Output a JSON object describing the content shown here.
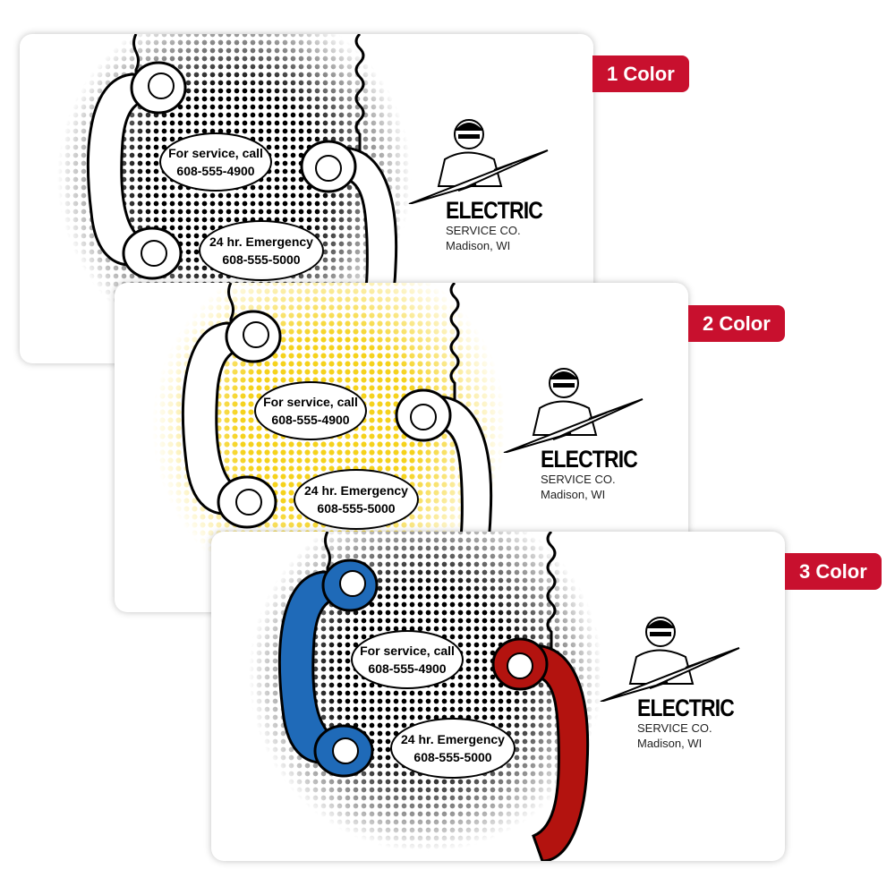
{
  "cards": [
    {
      "badge": "1 Color",
      "bubble1": [
        "For service, call",
        "608-555-4900"
      ],
      "bubble2": [
        "24 hr. Emergency",
        "608-555-5000"
      ],
      "phone_left": "#ffffff",
      "phone_right": "#ffffff",
      "halftone": "#000000"
    },
    {
      "badge": "2 Color",
      "bubble1": [
        "For service, call",
        "608-555-4900"
      ],
      "bubble2": [
        "24 hr. Emergency",
        "608-555-5000"
      ],
      "phone_left": "#ffffff",
      "phone_right": "#ffffff",
      "halftone": "#f5d21c"
    },
    {
      "badge": "3 Color",
      "bubble1": [
        "For service, call",
        "608-555-4900"
      ],
      "bubble2": [
        "24 hr. Emergency",
        "608-555-5000"
      ],
      "phone_left": "#1f6ab8",
      "phone_right": "#b3130f",
      "halftone": "#000000"
    }
  ],
  "logo": {
    "name": "ELECTRIC",
    "line2": "SERVICE CO.",
    "line3": "Madison, WI"
  },
  "badge_color": "#c8102e"
}
